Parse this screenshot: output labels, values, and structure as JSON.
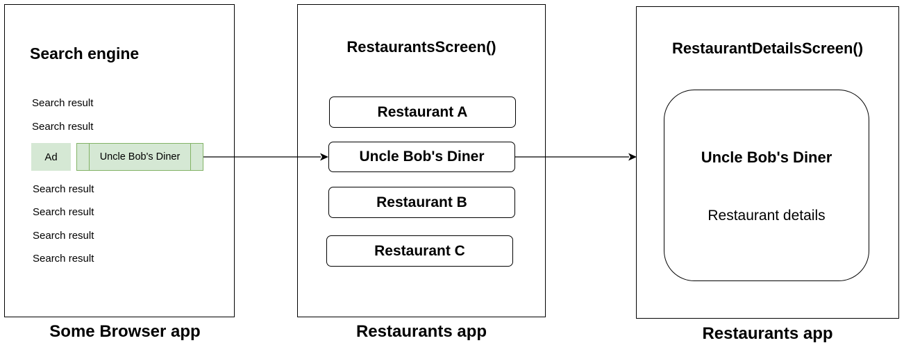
{
  "browser_app": {
    "title": "Search engine",
    "results_top": [
      "Search result",
      "Search result"
    ],
    "ad_label": "Ad",
    "ad_link": "Uncle Bob's Diner",
    "results_bottom": [
      "Search result",
      "Search result",
      "Search result",
      "Search result"
    ],
    "caption": "Some Browser app"
  },
  "restaurants_screen": {
    "title": "RestaurantsScreen()",
    "items": [
      "Restaurant A",
      "Uncle Bob's Diner",
      "Restaurant B",
      "Restaurant C"
    ],
    "caption": "Restaurants app"
  },
  "details_screen": {
    "title": "RestaurantDetailsScreen()",
    "card_name": "Uncle Bob's Diner",
    "card_details": "Restaurant details",
    "caption": "Restaurants app"
  },
  "colors": {
    "ad_fill": "#d5e8d4",
    "ad_stroke": "#82b366"
  }
}
